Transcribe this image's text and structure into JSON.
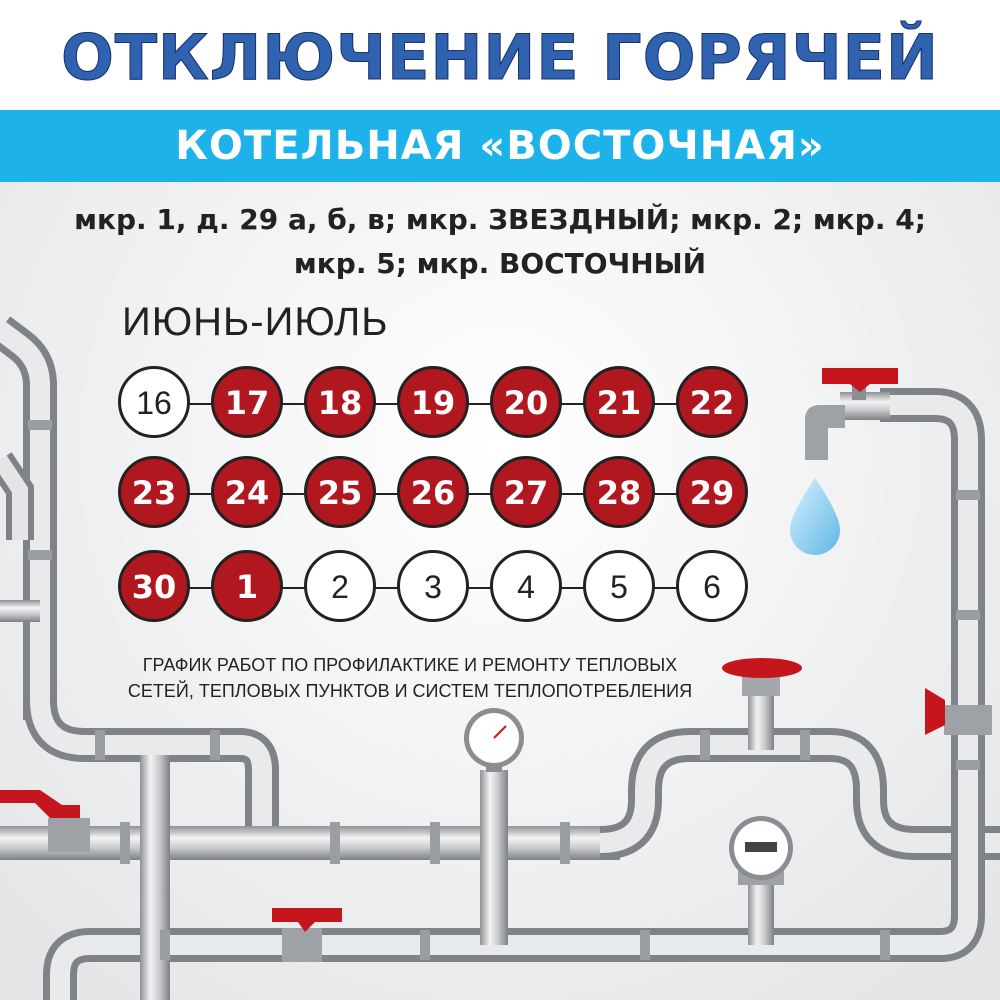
{
  "header": {
    "title": "ОТКЛЮЧЕНИЕ ГОРЯЧЕЙ ВОДЫ",
    "subtitle": "КОТЕЛЬНАЯ «ВОСТОЧНАЯ»"
  },
  "areas": {
    "line1": "мкр. 1, д. 29 а, б, в; мкр. ЗВЕЗДНЫЙ; мкр. 2; мкр. 4;",
    "line2": "мкр. 5; мкр. ВОСТОЧНЫЙ"
  },
  "calendar": {
    "period": "ИЮНЬ-ИЮЛЬ",
    "rows": [
      [
        {
          "day": "16",
          "off": false
        },
        {
          "day": "17",
          "off": true
        },
        {
          "day": "18",
          "off": true
        },
        {
          "day": "19",
          "off": true
        },
        {
          "day": "20",
          "off": true
        },
        {
          "day": "21",
          "off": true
        },
        {
          "day": "22",
          "off": true
        }
      ],
      [
        {
          "day": "23",
          "off": true
        },
        {
          "day": "24",
          "off": true
        },
        {
          "day": "25",
          "off": true
        },
        {
          "day": "26",
          "off": true
        },
        {
          "day": "27",
          "off": true
        },
        {
          "day": "28",
          "off": true
        },
        {
          "day": "29",
          "off": true
        }
      ],
      [
        {
          "day": "30",
          "off": true
        },
        {
          "day": "1",
          "off": true
        },
        {
          "day": "2",
          "off": false
        },
        {
          "day": "3",
          "off": false
        },
        {
          "day": "4",
          "off": false
        },
        {
          "day": "5",
          "off": false
        },
        {
          "day": "6",
          "off": false
        }
      ]
    ]
  },
  "note": {
    "line1": "ГРАФИК РАБОТ ПО ПРОФИЛАКТИКЕ И РЕМОНТУ ТЕПЛОВЫХ",
    "line2": "СЕТЕЙ, ТЕПЛОВЫХ ПУНКТОВ И СИСТЕМ ТЕПЛОПОТРЕБЛЕНИЯ"
  },
  "colors": {
    "title_blue": "#2f63b0",
    "title_red": "#c61a33",
    "banner": "#1db2ea",
    "day_off": "#b0171f",
    "valve": "#c4161c",
    "pipe": "#b9bcc1"
  },
  "icons": [
    "faucet-icon",
    "water-drop-icon",
    "pressure-gauge-icon",
    "water-meter-icon",
    "valve-handle-icon",
    "ball-valve-icon"
  ]
}
